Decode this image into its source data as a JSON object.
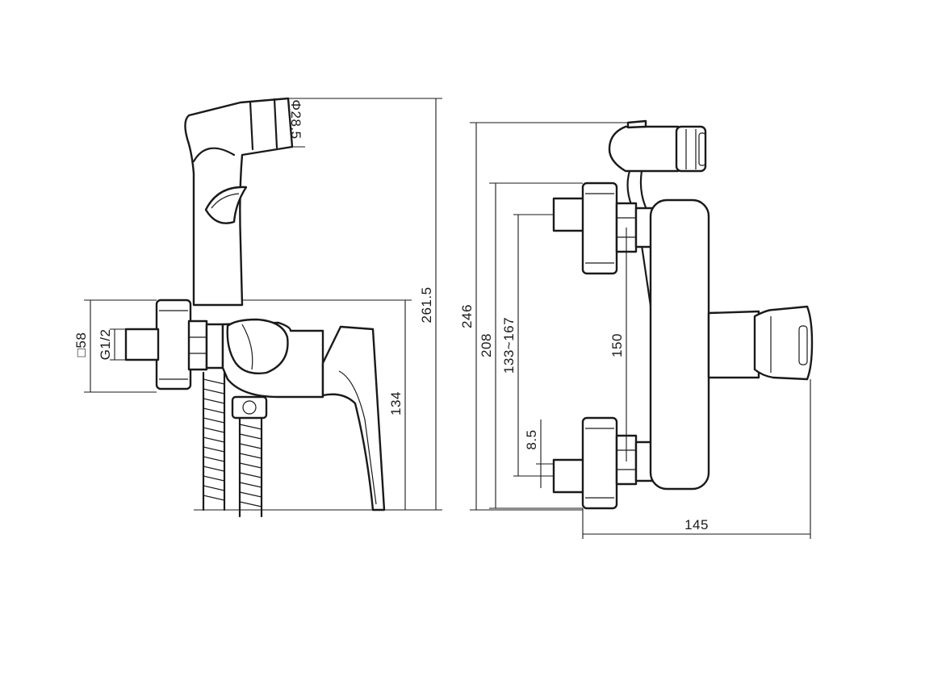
{
  "dimensions": {
    "spray_diameter": "Φ28.5",
    "body_square": "□58",
    "thread": "G1/2",
    "overall_height_left": "261.5",
    "lever_height": "134",
    "overall_height_right": "246",
    "bracket_height": "208",
    "center_range": "133~167",
    "center_distance": "150",
    "inlet_offset": "8.5",
    "overall_depth": "145"
  }
}
